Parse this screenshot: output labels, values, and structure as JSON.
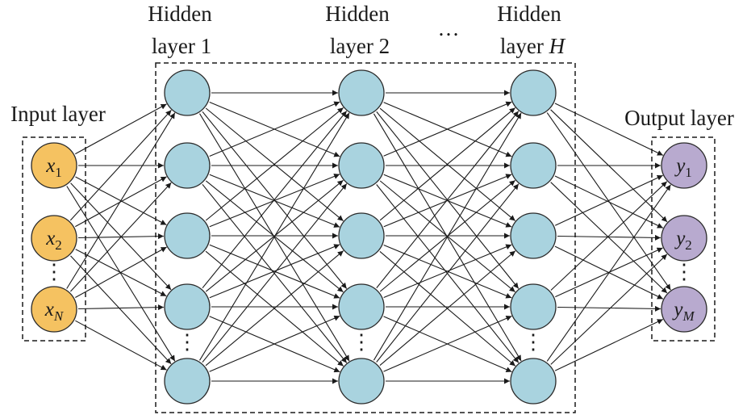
{
  "labels": {
    "input_layer": "Input layer",
    "hidden1_line1": "Hidden",
    "hidden1_line2": "layer 1",
    "hidden2_line1": "Hidden",
    "hidden2_line2": "layer 2",
    "hiddenH_line1": "Hidden",
    "hiddenH_line2_text": "layer ",
    "hiddenH_line2_var": "H",
    "output_layer": "Output layer",
    "between_hidden_ellipsis": "…"
  },
  "inputs": [
    {
      "symbol": "x",
      "sub": "1"
    },
    {
      "symbol": "x",
      "sub": "2"
    },
    {
      "symbol": "x",
      "sub": "N"
    }
  ],
  "outputs": [
    {
      "symbol": "y",
      "sub": "1"
    },
    {
      "symbol": "y",
      "sub": "2"
    },
    {
      "symbol": "y",
      "sub": "M"
    }
  ],
  "colors": {
    "input_fill": "#f5c261",
    "hidden_fill": "#a9d3df",
    "output_fill": "#b8aacf",
    "node_stroke": "#2a2a2a",
    "edge": "#1a1a1a",
    "box_dash": "#1a1a1a"
  }
}
